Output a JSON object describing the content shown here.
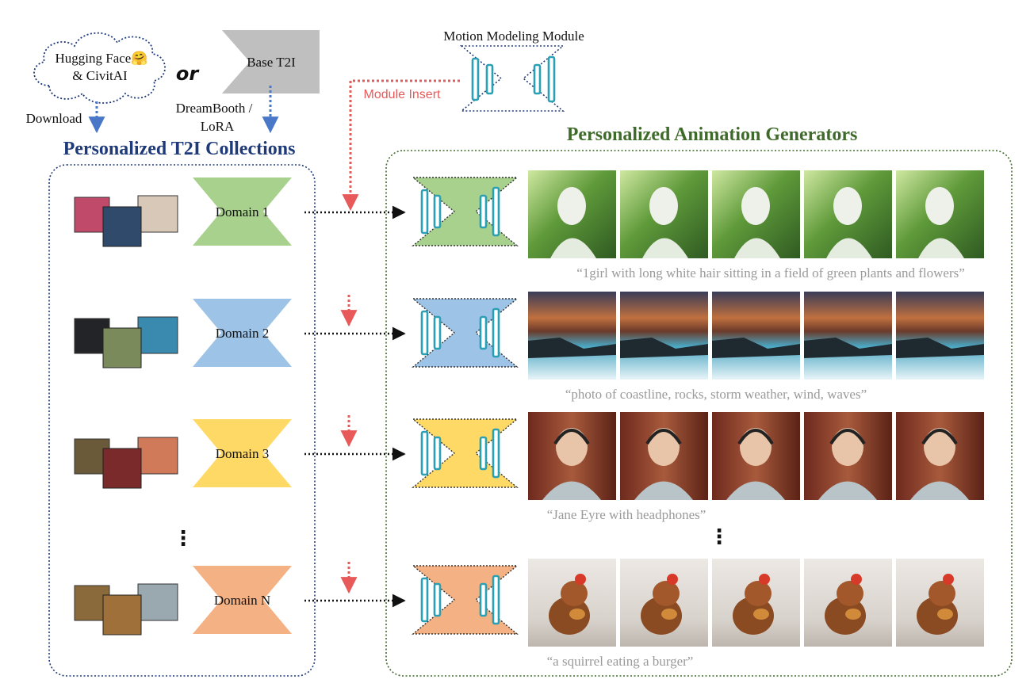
{
  "top": {
    "hub_line1": "Hugging Face",
    "hub_line2": "& CivitAI",
    "hub_emoji": "🤗",
    "or_label": "or",
    "base_model": "Base T2I",
    "download_label": "Download",
    "finetune_line1": "DreamBooth /",
    "finetune_line2": "LoRA",
    "motion_module_title": "Motion Modeling Module",
    "module_insert_label": "Module Insert"
  },
  "left_panel": {
    "title": "Personalized T2I Collections",
    "domains": [
      {
        "label": "Domain 1",
        "color": "#a9d18e"
      },
      {
        "label": "Domain 2",
        "color": "#9dc3e6"
      },
      {
        "label": "Domain 3",
        "color": "#ffd966"
      },
      {
        "label": "Domain N",
        "color": "#f4b183"
      }
    ],
    "ellipsis": "⋮"
  },
  "right_panel": {
    "title": "Personalized Animation Generators",
    "prompts": [
      "“1girl with long white hair sitting in a field of green plants and flowers”",
      "“photo of coastline, rocks, storm weather, wind, waves”",
      "“Jane Eyre with headphones”",
      "“a squirrel eating a burger”"
    ],
    "ellipsis": "⋮"
  },
  "colors": {
    "navy": "#1f3a78",
    "green_title": "#3f6b2a",
    "red_arrow": "#e85a5a",
    "blue_arrow": "#4a78c8",
    "gray_model": "#bfbfbf",
    "teal_bar": "#2aa0b4",
    "caption_gray": "#9a9a9a"
  }
}
